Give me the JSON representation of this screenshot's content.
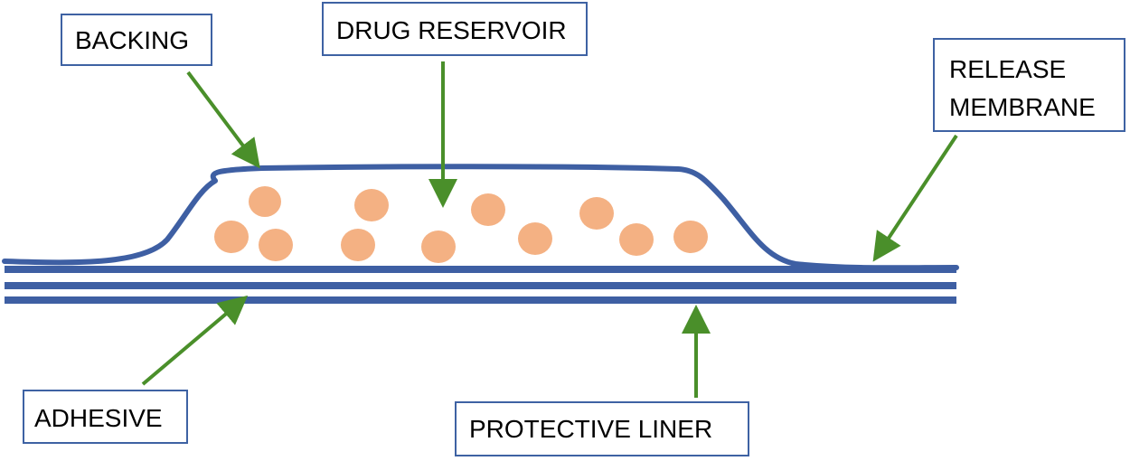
{
  "labels": {
    "backing": "BACKING",
    "drug_reservoir": "DRUG RESERVOIR",
    "release_membrane_line1": "RELEASE",
    "release_membrane_line2": "MEMBRANE",
    "adhesive": "ADHESIVE",
    "protective_liner": "PROTECTIVE LINER"
  },
  "colors": {
    "layer_line": "#3e5fa3",
    "label_border": "#3e62a3",
    "arrow": "#4a8f2a",
    "drug_particle": "#f4b183",
    "background": "#ffffff"
  }
}
